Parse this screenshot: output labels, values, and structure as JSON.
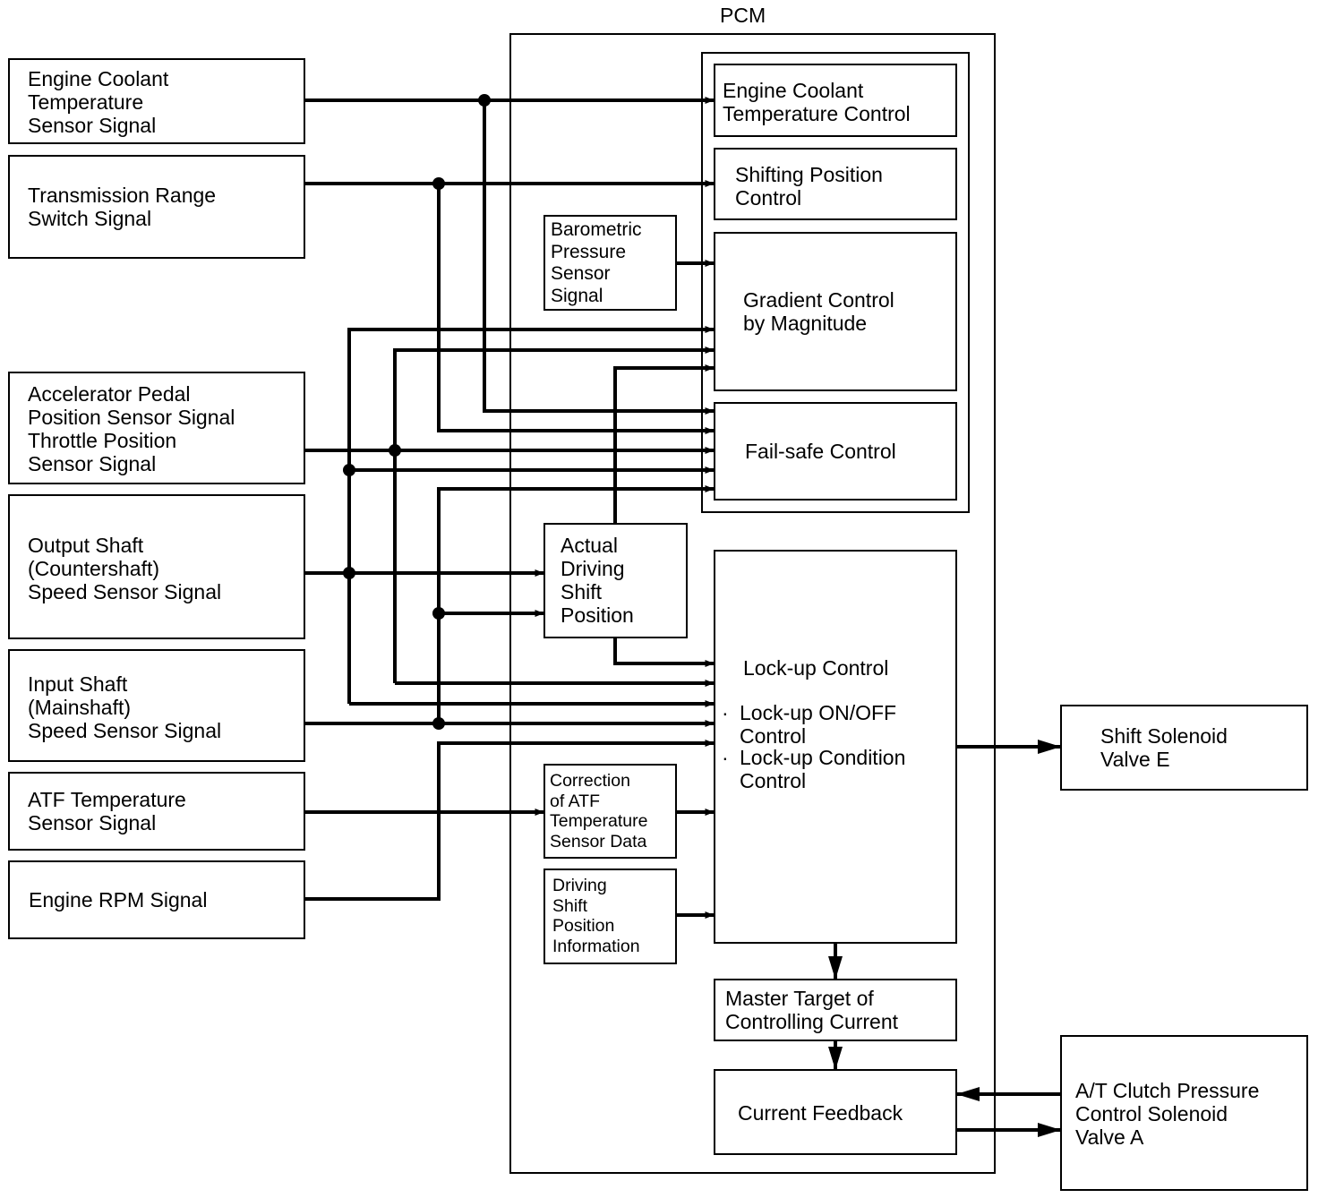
{
  "pcm_label": "PCM",
  "inputs": {
    "engine_coolant": "Engine Coolant\nTemperature\nSensor Signal",
    "transmission_range": "Transmission Range\nSwitch Signal",
    "accelerator": "Accelerator Pedal\nPosition Sensor Signal\nThrottle Position\nSensor Signal",
    "output_shaft": "Output Shaft\n(Countershaft)\nSpeed Sensor Signal",
    "input_shaft": "Input Shaft\n(Mainshaft)\nSpeed Sensor Signal",
    "atf_temp": "ATF Temperature\nSensor Signal",
    "engine_rpm": "Engine RPM Signal"
  },
  "pcm_blocks": {
    "engine_coolant_control": "Engine Coolant\nTemperature Control",
    "shifting_position": "Shifting Position\nControl",
    "barometric": "Barometric\nPressure\nSensor\nSignal",
    "gradient": "Gradient Control\nby Magnitude",
    "failsafe": "Fail-safe Control",
    "actual_driving": "Actual\nDriving\nShift\nPosition",
    "lockup_title": "Lock-up Control",
    "lockup_item1": "Lock-up ON/OFF\nControl",
    "lockup_item2": "Lock-up Condition\nControl",
    "bullet": "·",
    "correction_atf": "Correction\nof ATF\nTemperature\nSensor Data",
    "driving_shift_info": "Driving\nShift\nPosition\nInformation",
    "master_target": "Master Target of\nControlling Current",
    "current_feedback": "Current Feedback"
  },
  "outputs": {
    "shift_solenoid_e": "Shift Solenoid\nValve E",
    "clutch_pressure_a": "A/T Clutch Pressure\nControl Solenoid\nValve A"
  },
  "colors": {
    "line": "#000000",
    "background": "#ffffff"
  }
}
